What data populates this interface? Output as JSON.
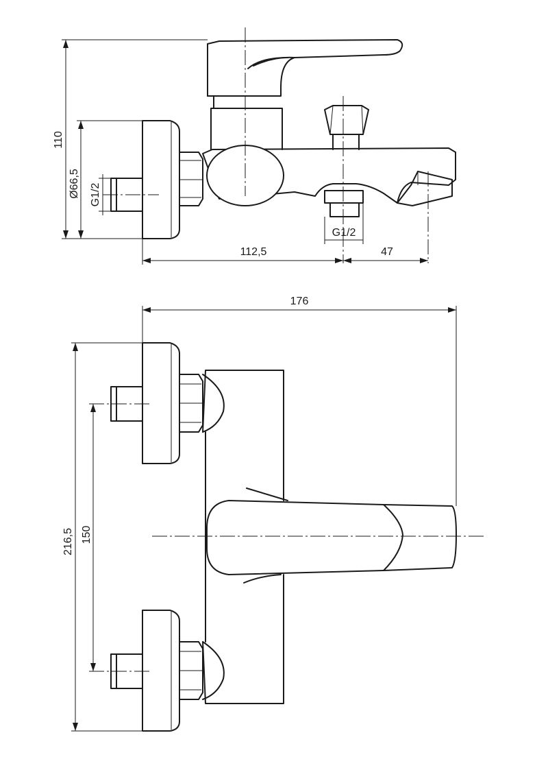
{
  "side_view": {
    "dims": {
      "height_total": "110",
      "flange_diameter": "Ø66,5",
      "inlet_thread": "G1/2",
      "outlet_thread": "G1/2",
      "depth_to_outlet": "112,5",
      "outlet_to_spout": "47"
    }
  },
  "top_view": {
    "dims": {
      "total_depth": "176",
      "total_width": "216,5",
      "inlet_spacing": "150"
    }
  }
}
